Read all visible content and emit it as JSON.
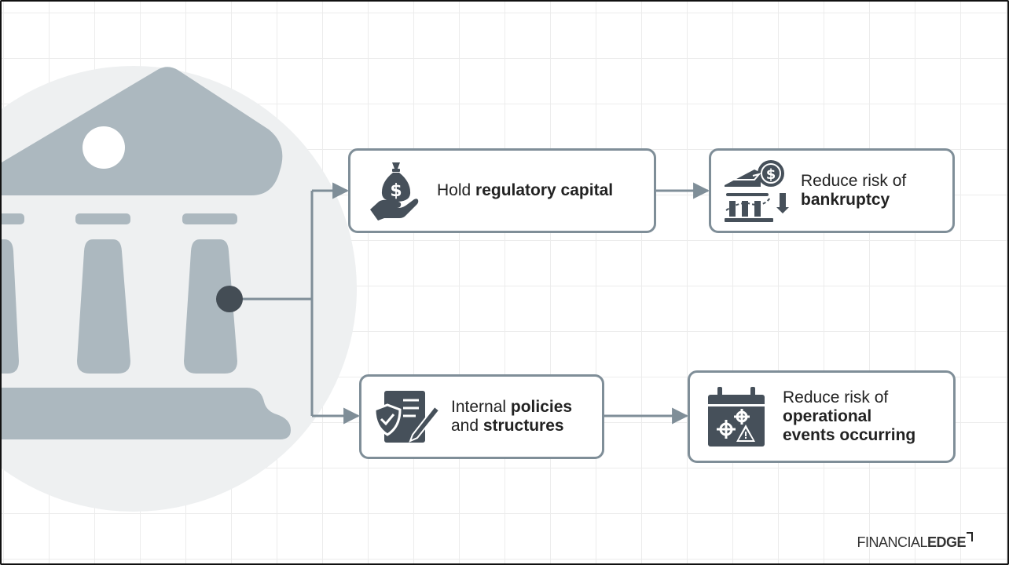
{
  "nodes": {
    "capital": {
      "pre": "Hold ",
      "bold": "regulatory capital"
    },
    "bankruptcy": {
      "line1": "Reduce risk of",
      "line2_bold": "bankruptcy"
    },
    "policies": {
      "pre": "Internal ",
      "bold1": "policies",
      "mid": "and ",
      "bold2": "structures"
    },
    "operational": {
      "line1": "Reduce risk of",
      "line2_bold": "operational",
      "line3_bold": "events occurring"
    }
  },
  "logo": {
    "light": "FINANCIAL",
    "bold": "EDGE"
  },
  "colors": {
    "line": "#7f8e98",
    "bank": "#acb8bf",
    "circle": "#eef0f1",
    "icon": "#46505a",
    "dot": "#444d55"
  },
  "icons": {
    "capital": "money-bag-hand-icon",
    "bankruptcy": "bank-coin-down-icon",
    "policies": "shield-document-pen-icon",
    "operational": "calendar-gears-warning-icon"
  }
}
